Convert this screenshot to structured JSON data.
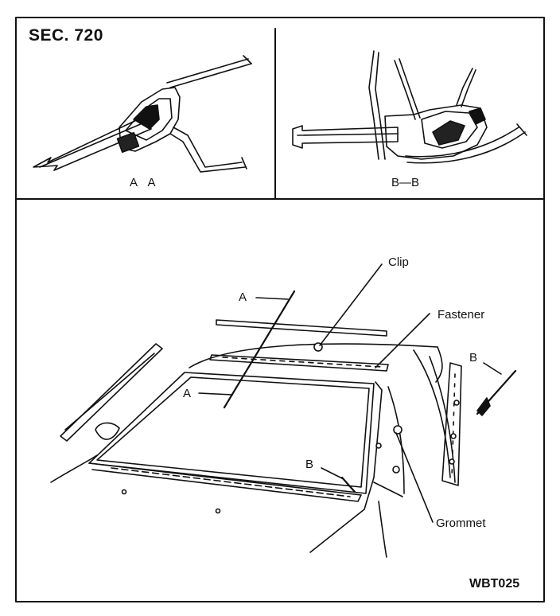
{
  "section": "SEC. 720",
  "views": {
    "view_a": "A   A",
    "view_b": "B—B"
  },
  "callouts": {
    "clip": "Clip",
    "fastener": "Fastener",
    "grommet": "Grommet",
    "section_b_right": "B",
    "section_a_upper": "A",
    "section_a_lower": "A",
    "section_b_lower": "B"
  },
  "figure_code": "WBT025"
}
